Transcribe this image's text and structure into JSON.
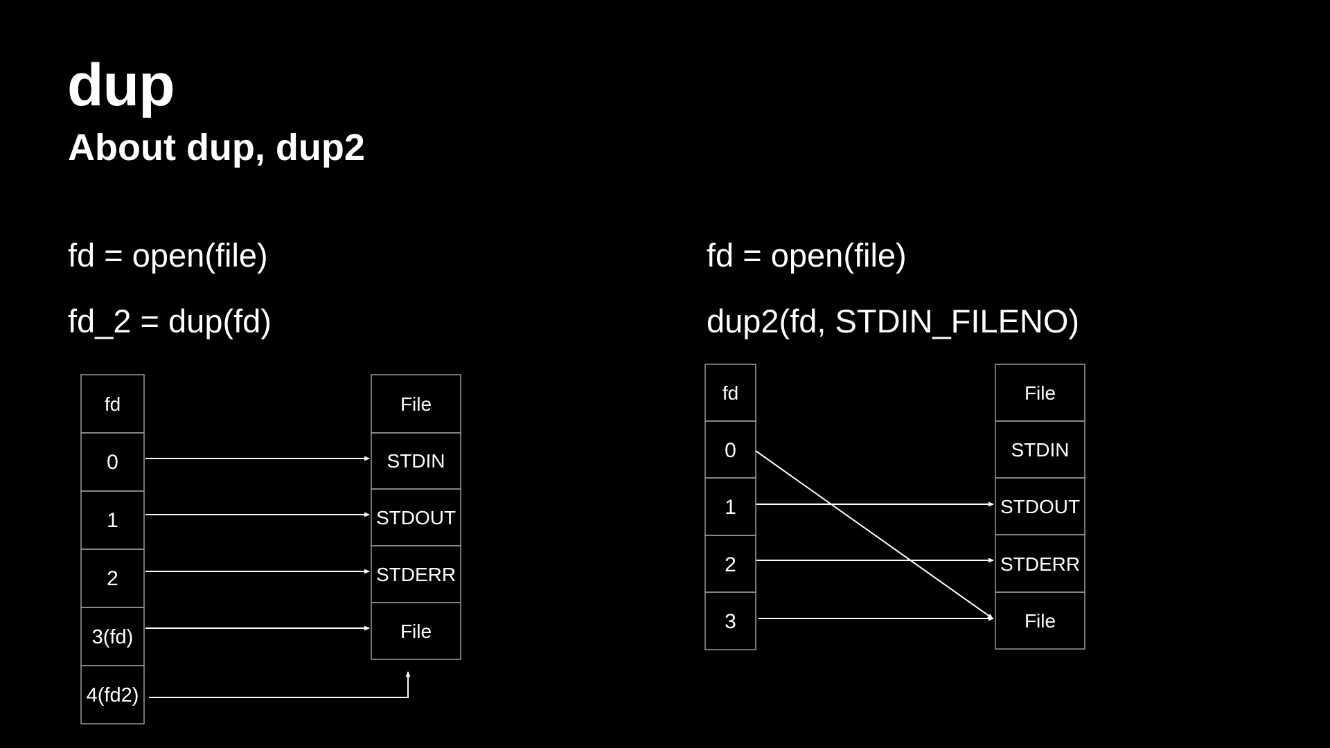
{
  "slide": {
    "title": "dup",
    "subtitle": "About dup, dup2"
  },
  "left": {
    "code": [
      "fd = open(file)",
      "fd_2 = dup(fd)"
    ],
    "fd_table": {
      "header": "fd",
      "cells": [
        "0",
        "1",
        "2",
        "3(fd)",
        "4(fd2)"
      ]
    },
    "file_table": {
      "header": "File",
      "cells": [
        "STDIN",
        "STDOUT",
        "STDERR",
        "File"
      ]
    }
  },
  "right": {
    "code": [
      "fd = open(file)",
      "dup2(fd, STDIN_FILENO)"
    ],
    "fd_table": {
      "header": "fd",
      "cells": [
        "0",
        "1",
        "2",
        "3"
      ]
    },
    "file_table": {
      "header": "File",
      "cells": [
        "STDIN",
        "STDOUT",
        "STDERR",
        "File"
      ]
    }
  },
  "colors": {
    "background": "#000000",
    "foreground": "#ffffff",
    "border": "#9a9a9a"
  }
}
